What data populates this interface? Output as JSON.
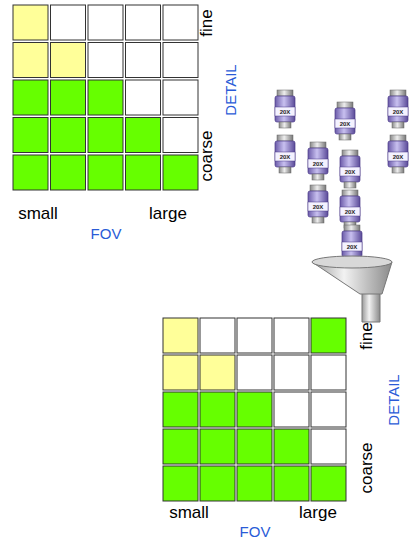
{
  "diagram": {
    "labels": [
      "fine",
      "coarse",
      "DETAIL",
      "small",
      "large",
      "FOV",
      "20X",
      "20X",
      "20X",
      "20X",
      "20X",
      "20X",
      "20X",
      "20X",
      "20X",
      "20X",
      "fine",
      "coarse",
      "DETAIL",
      "small",
      "large",
      "FOV"
    ]
  }
}
